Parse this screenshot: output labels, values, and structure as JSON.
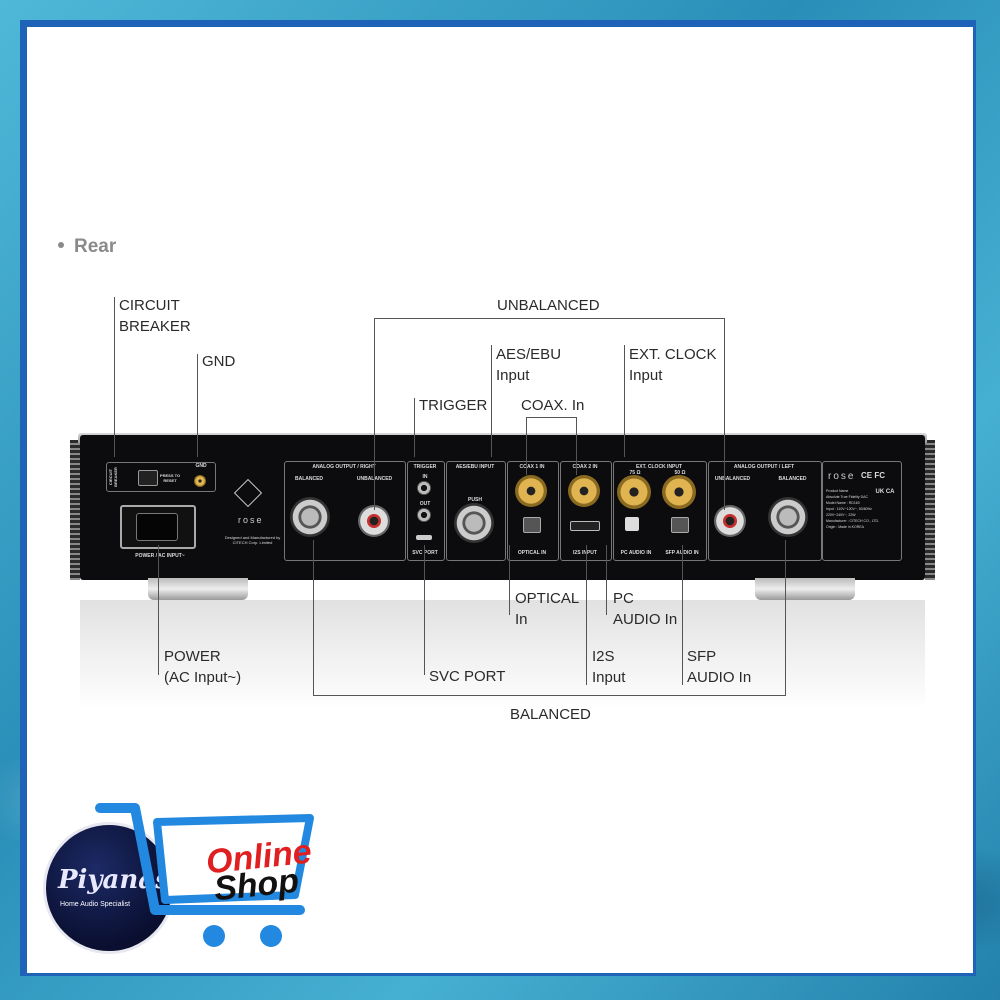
{
  "section": {
    "title": "Rear"
  },
  "callouts": {
    "circuit_breaker": [
      "CIRCUIT",
      "BREAKER"
    ],
    "gnd": "GND",
    "unbalanced": "UNBALANCED",
    "aes_ebu": [
      "AES/EBU",
      "Input"
    ],
    "ext_clock": [
      "EXT. CLOCK",
      "Input"
    ],
    "trigger": "TRIGGER",
    "coax": "COAX. In",
    "optical": [
      "OPTICAL",
      "In"
    ],
    "pc_audio": [
      "PC",
      "AUDIO In"
    ],
    "power": [
      "POWER",
      "(AC Input~)"
    ],
    "svc_port": "SVC PORT",
    "i2s": [
      "I2S",
      "Input"
    ],
    "sfp": [
      "SFP",
      "AUDIO In"
    ],
    "balanced": "BALANCED"
  },
  "panel_labels": {
    "circuit_breaker": "CIRCUIT BREAKER",
    "press_to_reset": "PRESS TO RESET",
    "gnd": "GND",
    "power": "POWER / AC INPUT~",
    "analog_out_right": "ANALOG OUTPUT / RIGHT",
    "balanced": "BALANCED",
    "unbalanced": "UNBALANCED",
    "trigger": "TRIGGER",
    "trigger_in": "IN",
    "trigger_out": "OUT",
    "svc_port": "SVC PORT",
    "aes_ebu": "AES/EBU INPUT",
    "push": "PUSH",
    "coax1": "COAX 1 IN",
    "coax2": "COAX 2 IN",
    "ext_clock": "EXT. CLOCK INPUT",
    "ohm75": "75 Ω",
    "ohm50": "50 Ω",
    "optical": "OPTICAL IN",
    "i2s": "I2S INPUT",
    "pc_audio": "PC AUDIO IN",
    "sfp_audio": "SFP AUDIO IN",
    "analog_out_left": "ANALOG OUTPUT / LEFT",
    "unbalanced_l": "UNBALANCED",
    "balanced_l": "BALANCED",
    "designed": "Designed and Manufactured by CITECH Corp. Limited",
    "rose": "rose",
    "rose_plate": "rose",
    "ce_fc": "CE FC",
    "ukca": "UK CA",
    "plate_text": [
      "Product Name",
      "Absolute True Fidelity DAC",
      "Model Name : RD160",
      "Input : 110V~120V~, 50/60Hz",
      "220V~240V~, 22W",
      "Manufacturer : CITECH CO., LTD.",
      "Origin : Made in KOREA"
    ]
  },
  "branding": {
    "store_name": "Piyanas",
    "store_tagline": "Home Audio Specialist",
    "online": "Online",
    "shop": "Shop"
  },
  "colors": {
    "frame": "#1f63b8",
    "background": "#3aa6c9",
    "device": "#0c0c0e",
    "online_text": "#e02020",
    "cart": "#2288e0"
  }
}
